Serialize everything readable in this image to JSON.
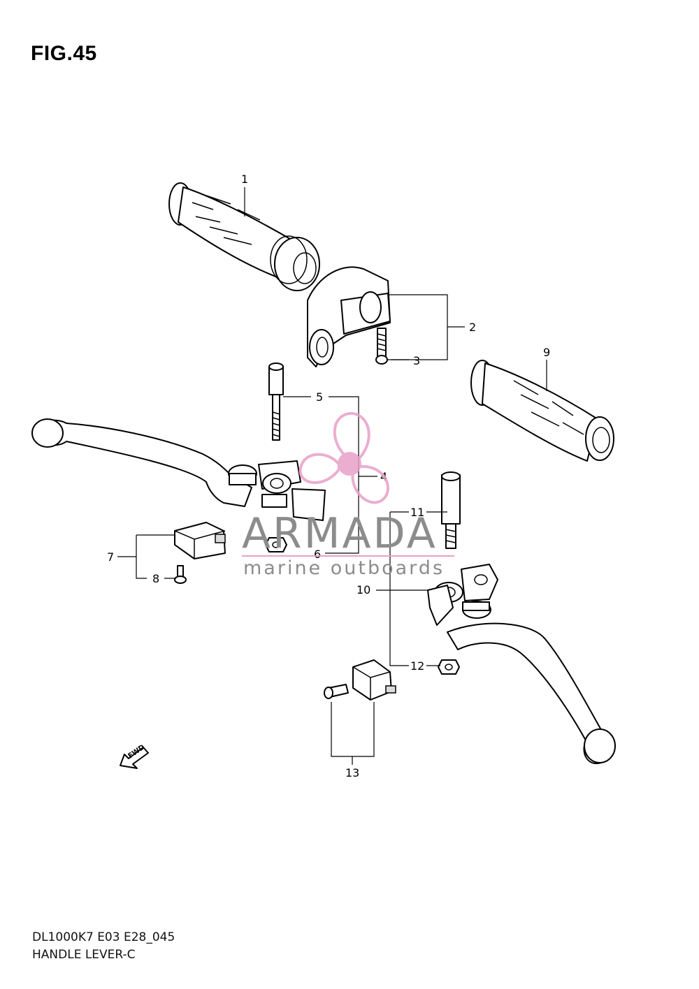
{
  "figure": {
    "title": "FIG.45"
  },
  "footer": {
    "code": "DL1000K7 E03 E28_045",
    "name": "HANDLE LEVER-C"
  },
  "callouts": [
    "1",
    "2",
    "3",
    "4",
    "5",
    "6",
    "7",
    "8",
    "9",
    "10",
    "11",
    "12",
    "13"
  ],
  "watermark": {
    "brand": "ARMADA",
    "tagline": "marine outboards",
    "accent_color": "#e8a0c8",
    "text_color": "#8c8c8c"
  },
  "fwd_arrow": {
    "label": "FWD",
    "icon": "fwd-arrow-icon"
  }
}
